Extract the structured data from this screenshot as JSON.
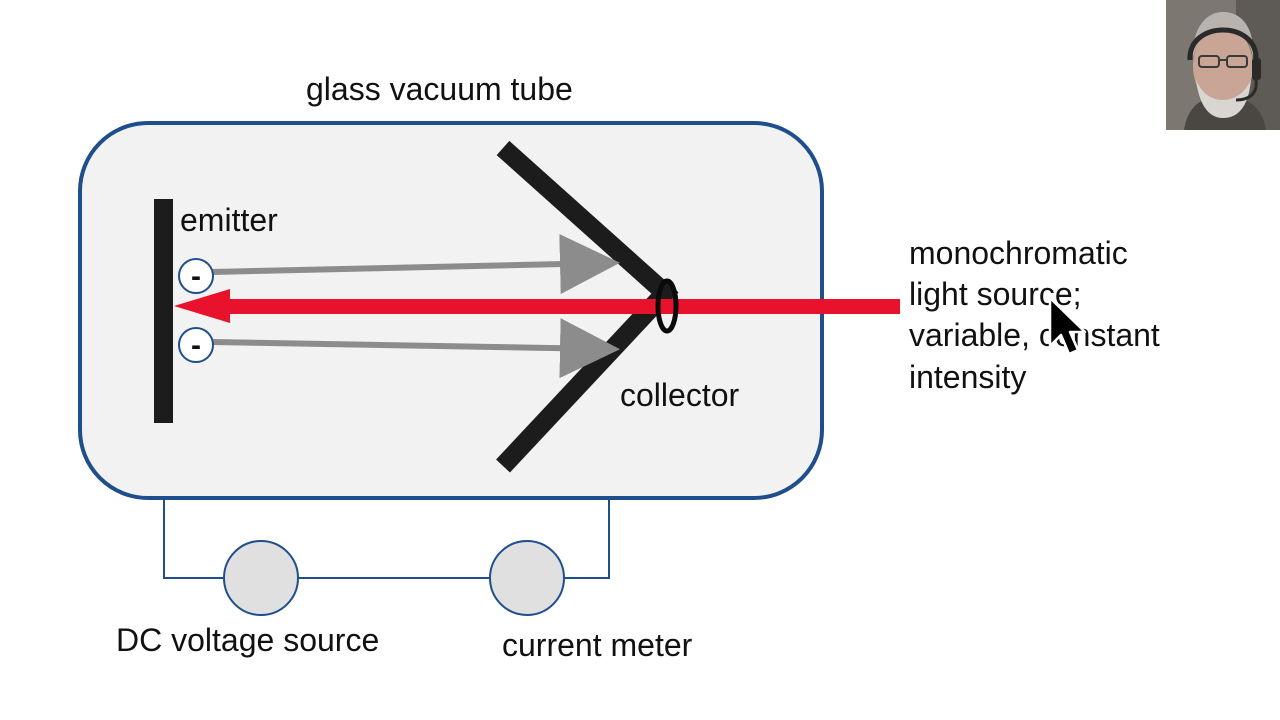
{
  "diagram": {
    "tube_label": "glass vacuum tube",
    "emitter_label": "emitter",
    "collector_label": "collector",
    "electron_symbol": "-",
    "light_label_lines": [
      "monochromatic",
      "light source;",
      "variable, constant",
      "intensity"
    ],
    "voltage_source_label": "DC voltage source",
    "meter_label": "current meter"
  },
  "colors": {
    "tube_border": "#1f4e8c",
    "tube_fill": "#f2f2f2",
    "light_beam": "#e8122d",
    "electron_path": "#8c8c8c",
    "electrode": "#1c1c1c",
    "wire": "#1f4e8c",
    "circuit_component_fill": "#e0e0e0"
  },
  "webcam": {
    "icon": "presenter-webcam-feed"
  },
  "pointer": {
    "icon": "mouse-pointer-icon"
  }
}
